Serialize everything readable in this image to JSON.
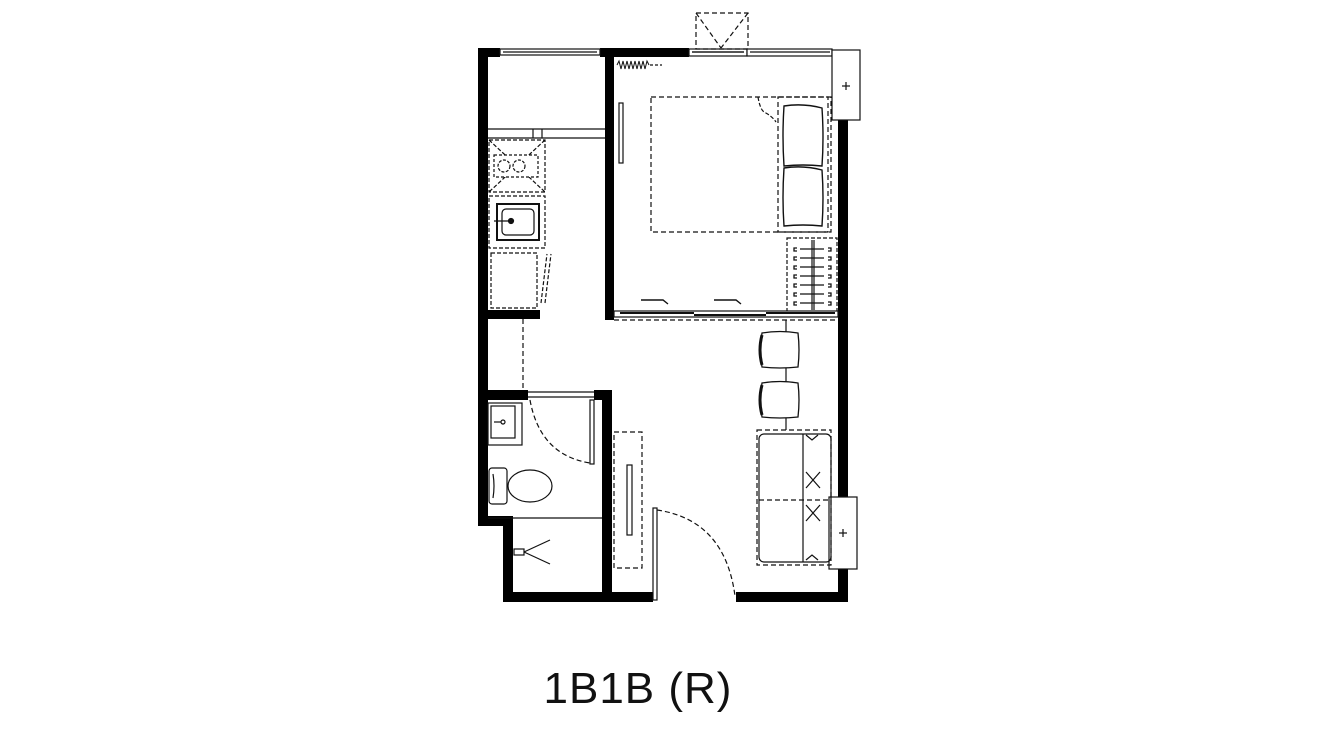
{
  "plan": {
    "unit_type": "1B1B (R)",
    "colors": {
      "wall": "#000000",
      "line": "#111111",
      "background": "#ffffff"
    },
    "rooms": [
      {
        "name": "balcony-or-service-area"
      },
      {
        "name": "kitchen"
      },
      {
        "name": "bedroom"
      },
      {
        "name": "bathroom"
      },
      {
        "name": "shower"
      },
      {
        "name": "living-dining"
      },
      {
        "name": "entrance"
      }
    ],
    "fixtures": [
      "window-sliding-top-left",
      "window-awning-top",
      "window-fixed-top-right",
      "ac-unit-bedroom",
      "ac-unit-living",
      "double-bed",
      "pillow-1",
      "pillow-2",
      "wardrobe-hanging",
      "curtain",
      "tv-bedroom",
      "hob-two-burner",
      "kitchen-sink",
      "refrigerator",
      "bath-wash-basin",
      "toilet",
      "shower-head",
      "tv-living",
      "bar-stool-1",
      "bar-stool-2",
      "sofa-two-seat",
      "entry-door",
      "bathroom-door"
    ]
  }
}
